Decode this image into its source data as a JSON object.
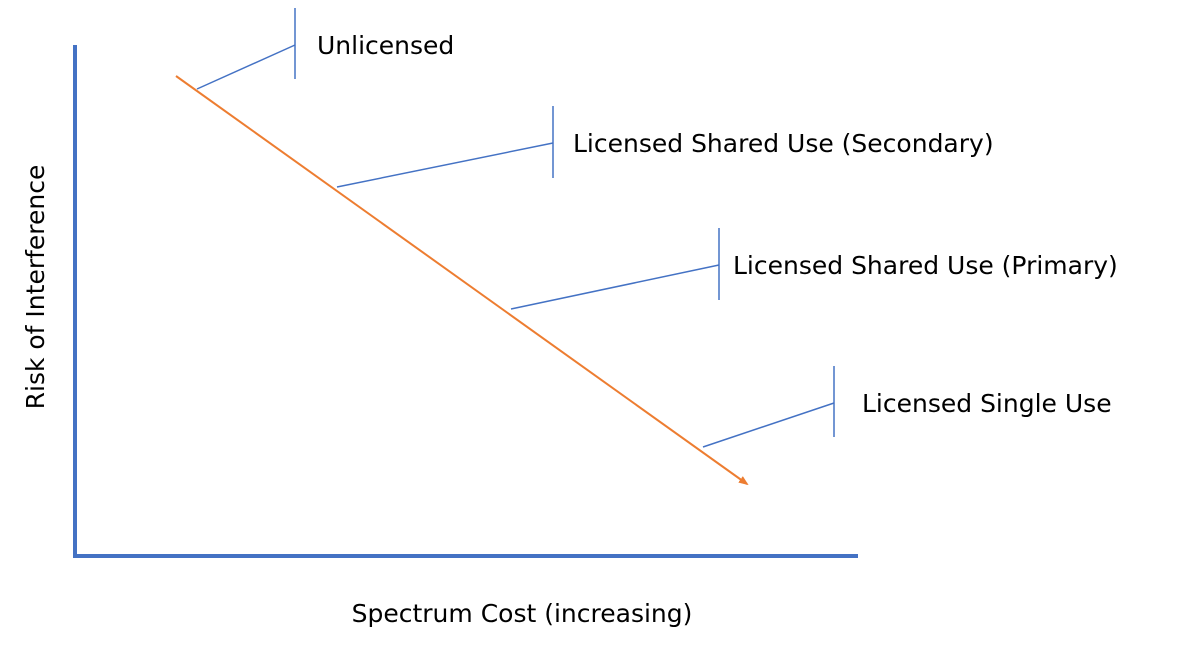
{
  "axes": {
    "x_label": "Spectrum Cost (increasing)",
    "y_label": "Risk of Interference"
  },
  "callouts": [
    {
      "label": "Unlicensed"
    },
    {
      "label": "Licensed Shared Use (Secondary)"
    },
    {
      "label": "Licensed Shared Use (Primary)"
    },
    {
      "label": "Licensed Single Use"
    }
  ],
  "colors": {
    "axis": "#4472C4",
    "callout_line": "#4472C4",
    "trend_arrow": "#ED7D31",
    "text": "#000000"
  }
}
